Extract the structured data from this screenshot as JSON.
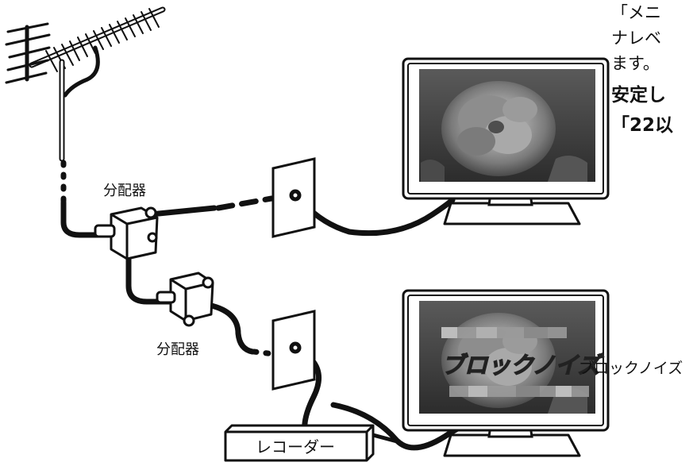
{
  "labels": {
    "splitter_top": "分配器",
    "splitter_bottom": "分配器",
    "recorder": "レコーダー",
    "block_noise_overlay": "ブロックノイズ",
    "block_noise_caption": "ブロックノイズ"
  },
  "side_text": {
    "line1": "「メニ",
    "line2": "ナレベ",
    "line3": "ます。",
    "line4": "安定し",
    "line5": "「22以"
  },
  "colors": {
    "stroke": "#111111",
    "screen_dark": "#3a3a3a",
    "flower": "#8a8a8a",
    "noise_bar": "#9a9a9a"
  }
}
